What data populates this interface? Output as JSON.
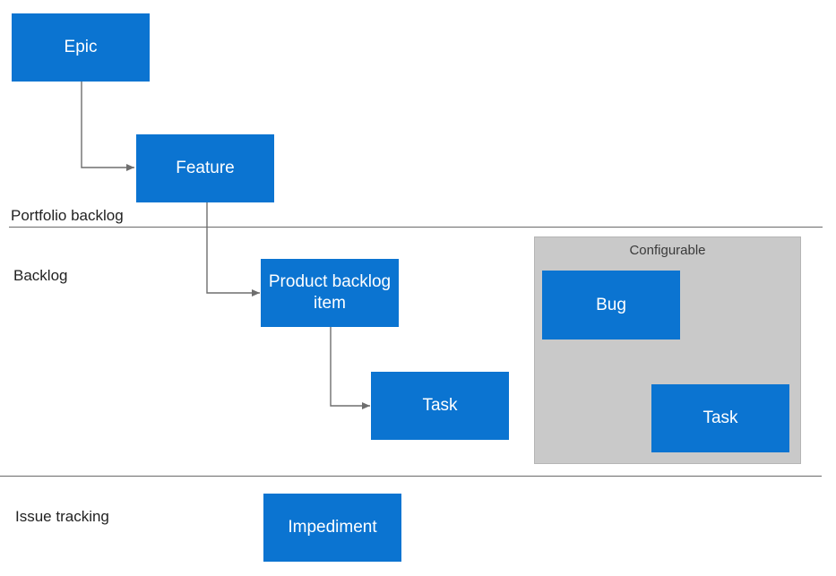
{
  "sections": {
    "portfolio_backlog": "Portfolio backlog",
    "backlog": "Backlog",
    "issue_tracking": "Issue tracking"
  },
  "configurable": {
    "title": "Configurable"
  },
  "work_items": {
    "epic": "Epic",
    "feature": "Feature",
    "product_backlog_item": "Product backlog item",
    "task": "Task",
    "bug": "Bug",
    "configurable_task": "Task",
    "impediment": "Impediment"
  },
  "colors": {
    "work_item_fill": "#0b74d1",
    "work_item_text": "#ffffff",
    "configurable_panel": "#c9c9c9",
    "connector": "#6e6e6e",
    "divider": "#6a6a6a"
  }
}
